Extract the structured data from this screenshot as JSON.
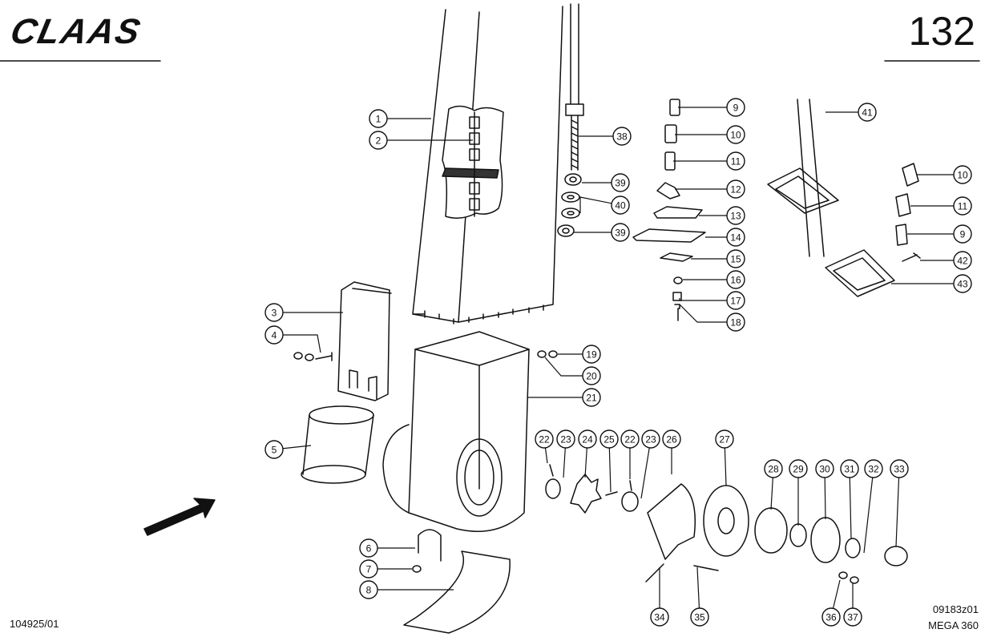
{
  "header": {
    "brand": "CLAAS",
    "page_number": "132"
  },
  "footer": {
    "doc_id": "104925/01",
    "drawing_code": "09183z01",
    "model": "MEGA 360"
  },
  "callouts": [
    {
      "label": "1"
    },
    {
      "label": "2"
    },
    {
      "label": "3"
    },
    {
      "label": "4"
    },
    {
      "label": "5"
    },
    {
      "label": "6"
    },
    {
      "label": "7"
    },
    {
      "label": "8"
    },
    {
      "label": "9"
    },
    {
      "label": "10"
    },
    {
      "label": "11"
    },
    {
      "label": "12"
    },
    {
      "label": "13"
    },
    {
      "label": "14"
    },
    {
      "label": "15"
    },
    {
      "label": "16"
    },
    {
      "label": "17"
    },
    {
      "label": "18"
    },
    {
      "label": "19"
    },
    {
      "label": "20"
    },
    {
      "label": "21"
    },
    {
      "label": "22"
    },
    {
      "label": "23"
    },
    {
      "label": "24"
    },
    {
      "label": "25"
    },
    {
      "label": "22"
    },
    {
      "label": "23"
    },
    {
      "label": "26"
    },
    {
      "label": "27"
    },
    {
      "label": "28"
    },
    {
      "label": "29"
    },
    {
      "label": "30"
    },
    {
      "label": "31"
    },
    {
      "label": "32"
    },
    {
      "label": "33"
    },
    {
      "label": "34"
    },
    {
      "label": "35"
    },
    {
      "label": "36"
    },
    {
      "label": "37"
    },
    {
      "label": "38"
    },
    {
      "label": "39"
    },
    {
      "label": "40"
    },
    {
      "label": "39"
    },
    {
      "label": "41"
    },
    {
      "label": "10"
    },
    {
      "label": "11"
    },
    {
      "label": "9"
    },
    {
      "label": "42"
    },
    {
      "label": "43"
    }
  ]
}
